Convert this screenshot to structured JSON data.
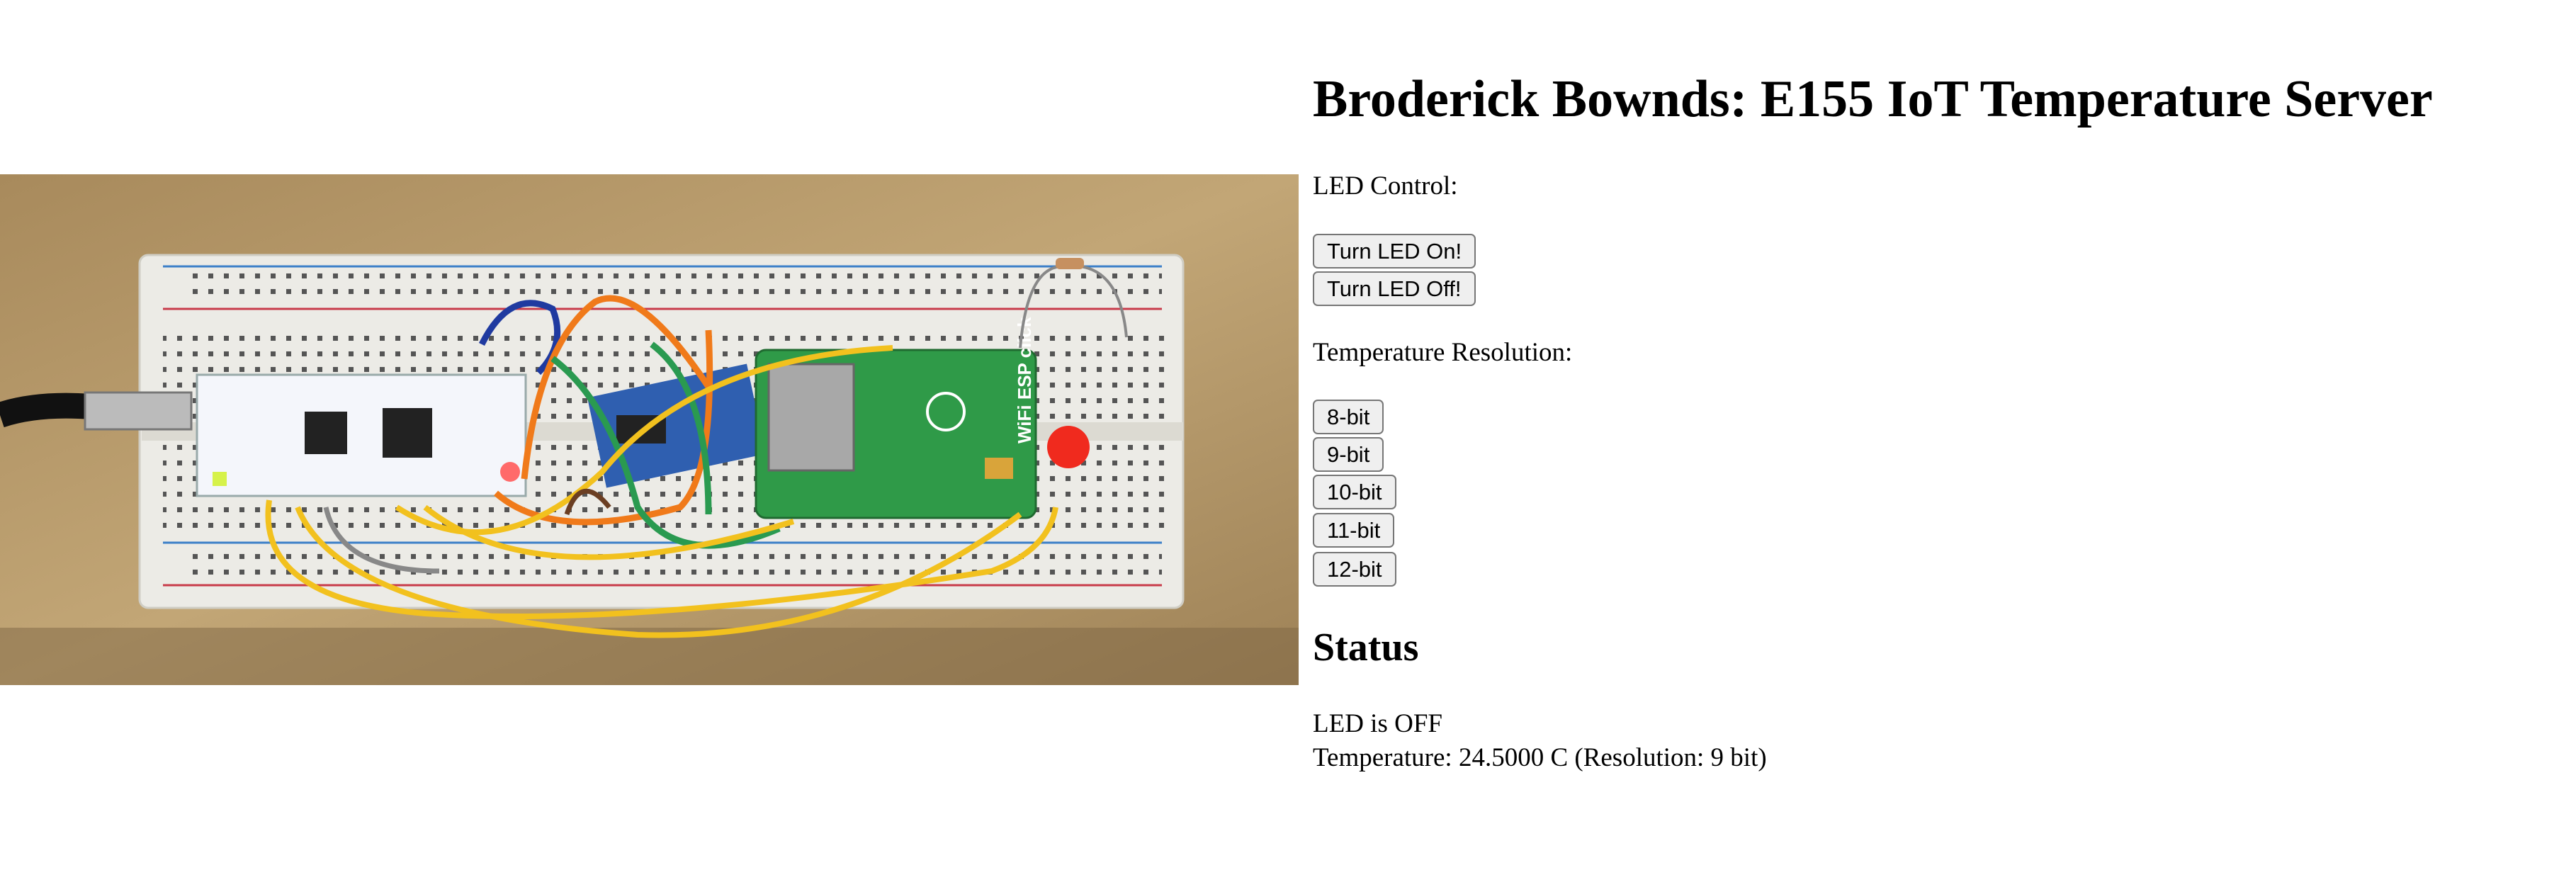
{
  "page": {
    "title": "Broderick Bownds: E155 IoT Temperature Server"
  },
  "led_control": {
    "label": "LED Control:",
    "on_button": "Turn LED On!",
    "off_button": "Turn LED Off!"
  },
  "resolution": {
    "label": "Temperature Resolution:",
    "options": [
      "8-bit",
      "9-bit",
      "10-bit",
      "11-bit",
      "12-bit"
    ]
  },
  "status": {
    "heading": "Status",
    "led_state": "LED is OFF",
    "temperature": "Temperature: 24.5000 C (Resolution: 9 bit)"
  },
  "photo": {
    "board_label": "WiFi ESP click"
  },
  "colors": {
    "wood": "#b59a6c",
    "breadboard": "#ecebe6",
    "pcb_green": "#2f9a48",
    "led_red": "#f02a1e"
  }
}
